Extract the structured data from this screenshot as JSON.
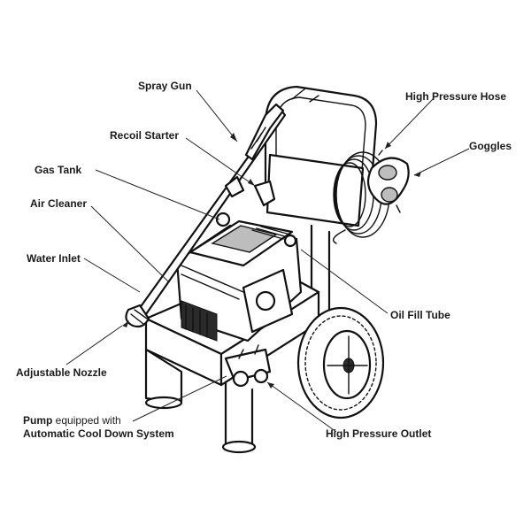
{
  "labels": {
    "spray_gun": "Spray Gun",
    "recoil_starter": "Recoil Starter",
    "gas_tank": "Gas Tank",
    "air_cleaner": "Air Cleaner",
    "water_inlet": "Water Inlet",
    "adjustable_nozzle": "Adjustable Nozzle",
    "pump_bold": "Pump",
    "pump_rest": " equipped with",
    "pump_line2": "Automatic Cool Down System",
    "high_pressure_hose": "High Pressure Hose",
    "goggles": "Goggles",
    "oil_fill_tube": "Oil Fill Tube",
    "high_pressure_outlet": "High Pressure Outlet"
  }
}
